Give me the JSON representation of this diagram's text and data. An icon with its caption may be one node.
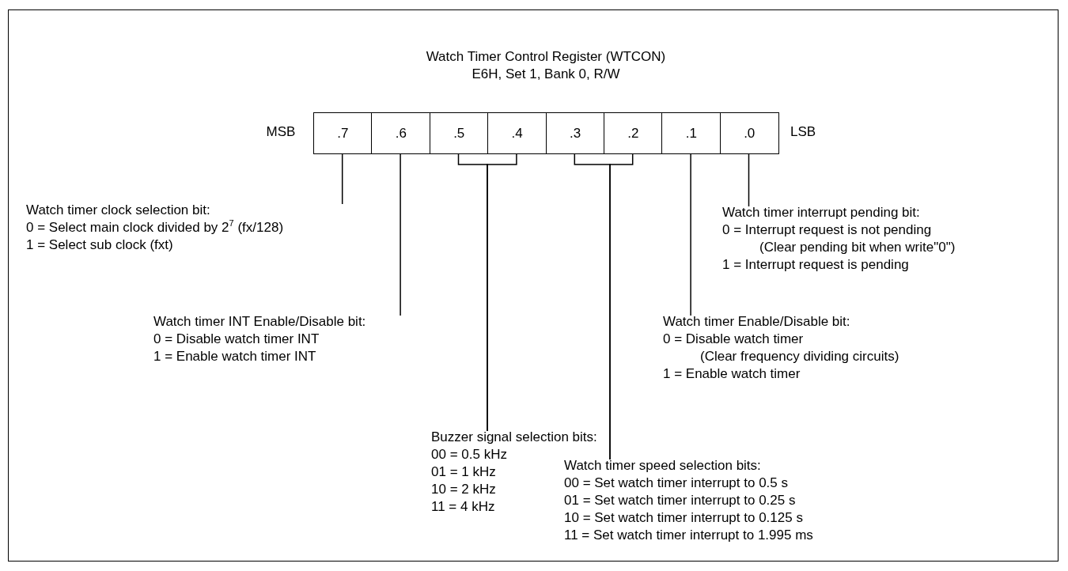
{
  "diagram": {
    "title": "Watch Timer Control Register (WTCON)",
    "nodes": [
      {
        "text": [
          ".7"
        ]
      },
      {
        "text": [
          ".6"
        ]
      },
      {
        "text": [
          ".5"
        ]
      },
      {
        "text": [
          ".4"
        ]
      },
      {
        "text": [
          ".3"
        ]
      },
      {
        "text": [
          ".2"
        ]
      },
      {
        "text": [
          ".1"
        ]
      },
      {
        "text": [
          ".0"
        ]
      },
      {
        "text": [
          "Watch timer clock selection bit:",
          "0 = Select main clock divided by 2$^{7}$ (fx/128)",
          "1 = Select sub clock (fxt)"
        ]
      },
      {
        "text": [
          "Watch timer INT Enable/Disable bit:",
          "0 = Disable watch timer INT",
          "1 = Enable watch timer INT"
        ]
      },
      {
        "text": [
          "Buzzer signal selection bits:",
          "00 = 0.5 kHz",
          "01 = 1 kHz",
          "10 = 2 kHz",
          "11 = 4 kHz"
        ]
      },
      {
        "text": [
          "Watch timer speed selection bits:",
          "00 = Set watch timer interrupt to 0.5 s",
          "01 = Set watch timer interrupt to 0.25 s",
          "10 = Set watch timer interrupt to 0.125 s",
          "11 = Set watch timer interrupt to 1.995 ms"
        ]
      },
      {
        "text": [
          "Watch timer Enable/Disable bit:",
          "0 = Disable watch timer",
          "(Clear frequency dividing circuits)",
          "1 = Enable watch timer"
        ]
      },
      {
        "text": [
          "Watch timer interrupt pending bit:",
          "0 = Interrupt request is not pending",
          "(Clear pending bit when write\"0\")",
          "1 = Interrupt request is pending"
        ]
      }
    ],
    "edges": [
      {
        "from": 8,
        "to": 0,
        "arrow": "none"
      },
      {
        "from": 9,
        "to": 1,
        "arrow": "none"
      },
      {
        "from": 10,
        "to": 2,
        "arrow": "none"
      },
      {
        "from": 10,
        "to": 3,
        "arrow": "none"
      },
      {
        "from": 11,
        "to": 4,
        "arrow": "none"
      },
      {
        "from": 11,
        "to": 5,
        "arrow": "none"
      },
      {
        "from": 12,
        "to": 6,
        "arrow": "none"
      },
      {
        "from": 13,
        "to": 7,
        "arrow": "none"
      }
    ],
    "labels": [
      "E6H, Set 1, Bank 0, R/W",
      "MSB",
      "LSB"
    ]
  }
}
